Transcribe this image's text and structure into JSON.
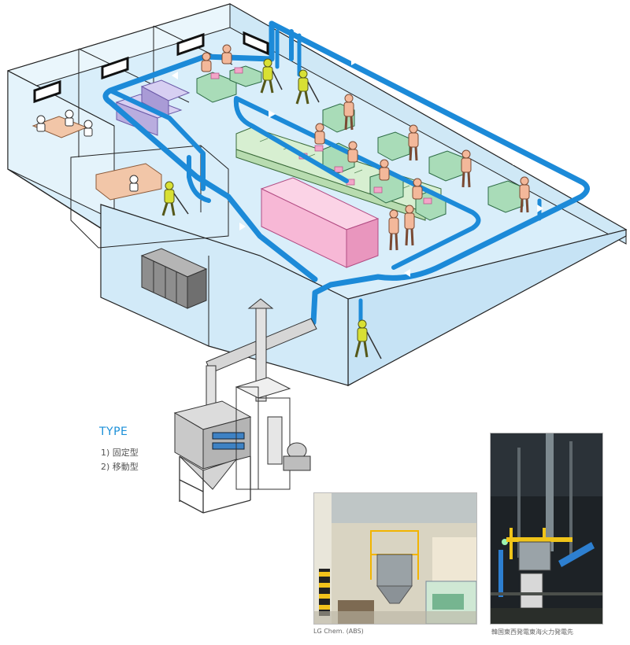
{
  "type_section": {
    "title": "TYPE",
    "items": [
      "1) 固定型",
      "2) 移動型"
    ]
  },
  "photos": [
    {
      "caption": "LG Chem. (ABS)"
    },
    {
      "caption": "韓国東西発電東海火力発電先"
    }
  ],
  "colors": {
    "duct": "#1c8ad8",
    "room_fill": "#dbeef9",
    "wall_line": "#1a1a1a",
    "accent_text": "#1a8fd8",
    "conveyor": "#cfe8cc",
    "box_green": "#a9dcb8",
    "box_pink": "#f7b8d6",
    "box_purple": "#b9addf",
    "worker_skin": "#f3b89a",
    "vacuum_suit": "#d8e034"
  }
}
